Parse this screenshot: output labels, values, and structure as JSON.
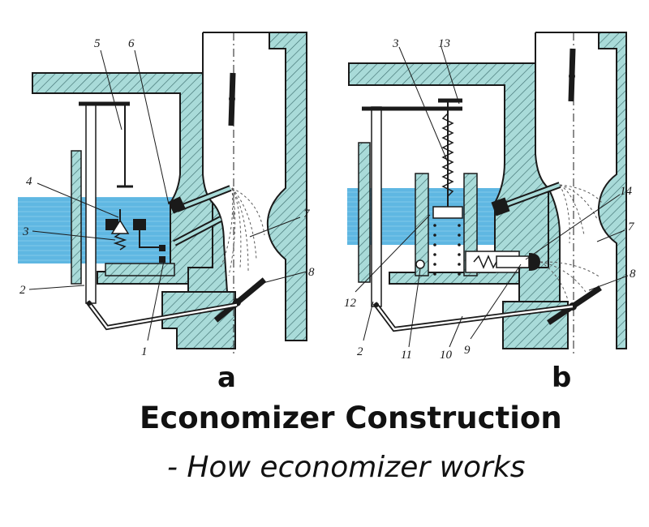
{
  "colors": {
    "body": "#a9dbd9",
    "hatch": "#3f6f70",
    "fuel": "#5fb7e2",
    "ink": "#1a1a1a",
    "paper": "#ffffff"
  },
  "panels": {
    "a": {
      "label": "a",
      "callouts": [
        "5",
        "6",
        "4",
        "3",
        "7",
        "2",
        "8",
        "1"
      ]
    },
    "b": {
      "label": "b",
      "callouts": [
        "3",
        "13",
        "14",
        "7",
        "12",
        "8",
        "2",
        "11",
        "10",
        "9"
      ]
    }
  },
  "caption": {
    "title": "Economizer Construction",
    "subtitle": "- How economizer works"
  }
}
